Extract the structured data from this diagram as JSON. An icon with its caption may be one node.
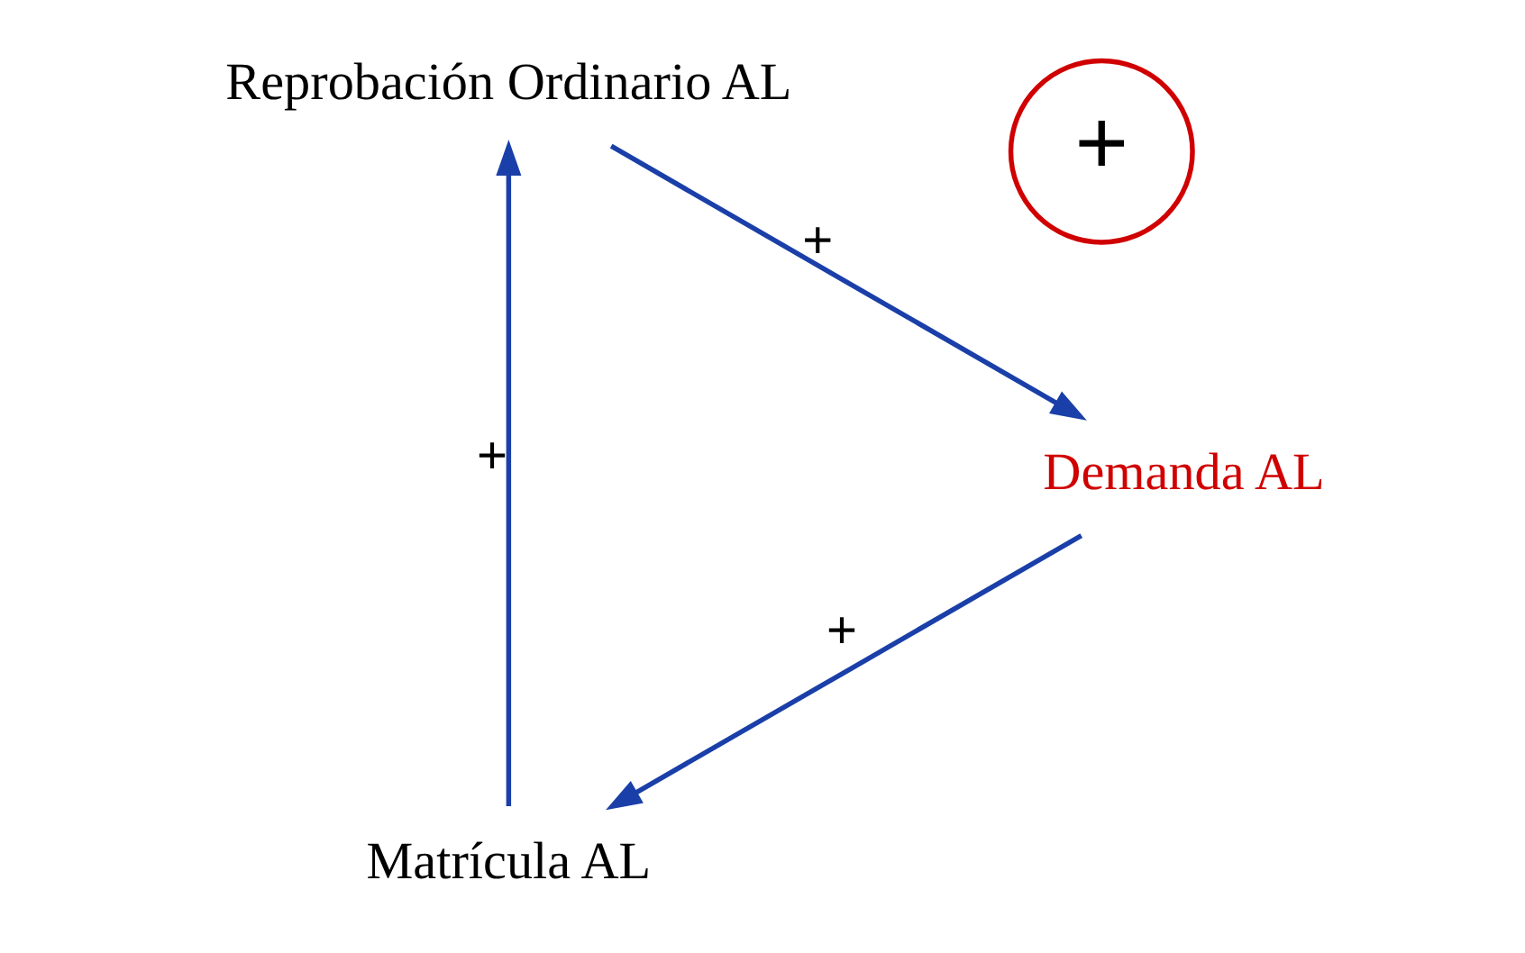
{
  "diagram": {
    "nodes": [
      {
        "text": [
          "Matrícula AL"
        ]
      },
      {
        "text": [
          "Demanda AL"
        ]
      },
      {
        "text": [
          "Reprobación Ordinario AL"
        ]
      }
    ],
    "edges": [
      {
        "from": 1,
        "to": 0,
        "arrow": "to",
        "label": "+"
      },
      {
        "from": 0,
        "to": 2,
        "arrow": "to",
        "label": "+"
      },
      {
        "from": 2,
        "to": 1,
        "arrow": "to",
        "label": "+"
      }
    ],
    "labels": [
      "+"
    ]
  }
}
